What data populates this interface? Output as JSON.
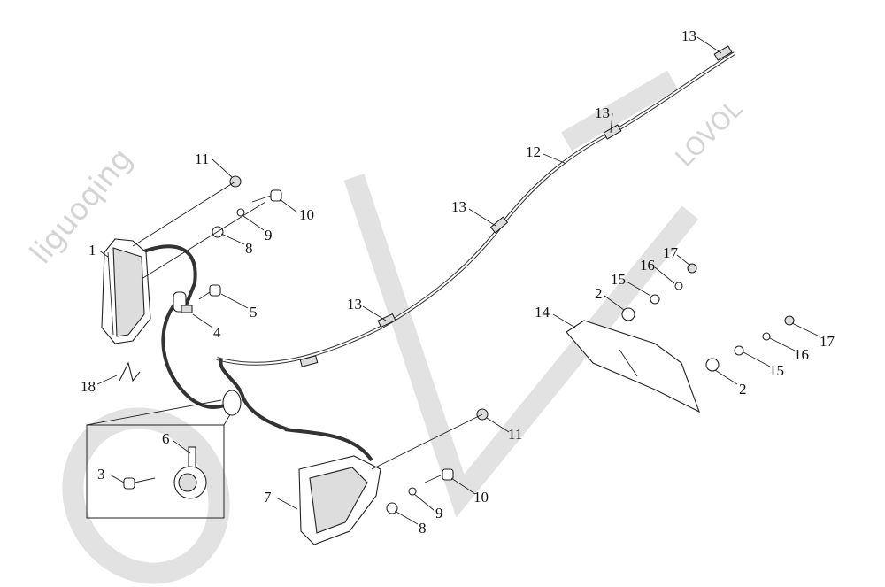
{
  "watermarks": {
    "user": "liguoqing",
    "brand_small": "LOVOL",
    "brand_large": "LOVOL"
  },
  "callouts": [
    {
      "label": "13"
    },
    {
      "label": "13"
    },
    {
      "label": "12"
    },
    {
      "label": "13"
    },
    {
      "label": "11"
    },
    {
      "label": "10"
    },
    {
      "label": "9"
    },
    {
      "label": "8"
    },
    {
      "label": "1"
    },
    {
      "label": "5"
    },
    {
      "label": "4"
    },
    {
      "label": "17"
    },
    {
      "label": "16"
    },
    {
      "label": "15"
    },
    {
      "label": "2"
    },
    {
      "label": "13"
    },
    {
      "label": "14"
    },
    {
      "label": "17"
    },
    {
      "label": "16"
    },
    {
      "label": "15"
    },
    {
      "label": "2"
    },
    {
      "label": "18"
    },
    {
      "label": "6"
    },
    {
      "label": "11"
    },
    {
      "label": "3"
    },
    {
      "label": "10"
    },
    {
      "label": "7"
    },
    {
      "label": "9"
    },
    {
      "label": "8"
    }
  ]
}
